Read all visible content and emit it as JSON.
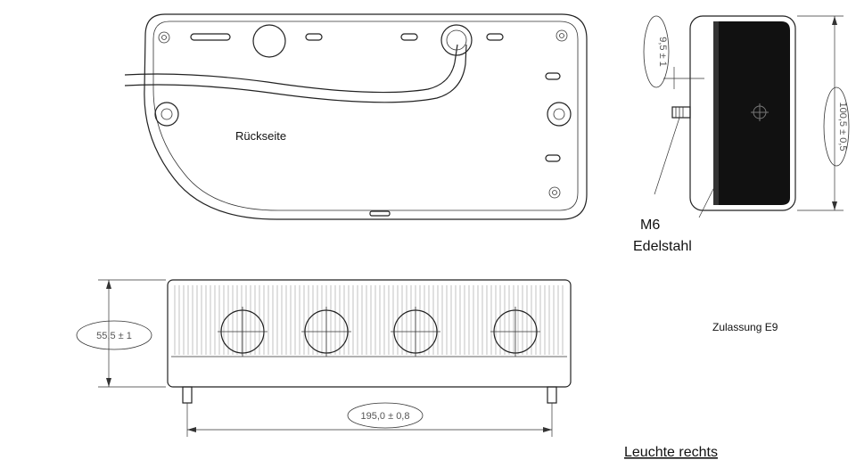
{
  "labels": {
    "rear_view": "Rückseite",
    "thread": "M6",
    "material": "Edelstahl",
    "approval": "Zulassung E9",
    "side": "Leuchte rechts"
  },
  "dimensions": {
    "height": "55,5 ± 1",
    "stud_spacing": "195,0 ± 0,8",
    "depth": "9,5 ± 1",
    "width_side": "100,5 ± 0,5"
  }
}
